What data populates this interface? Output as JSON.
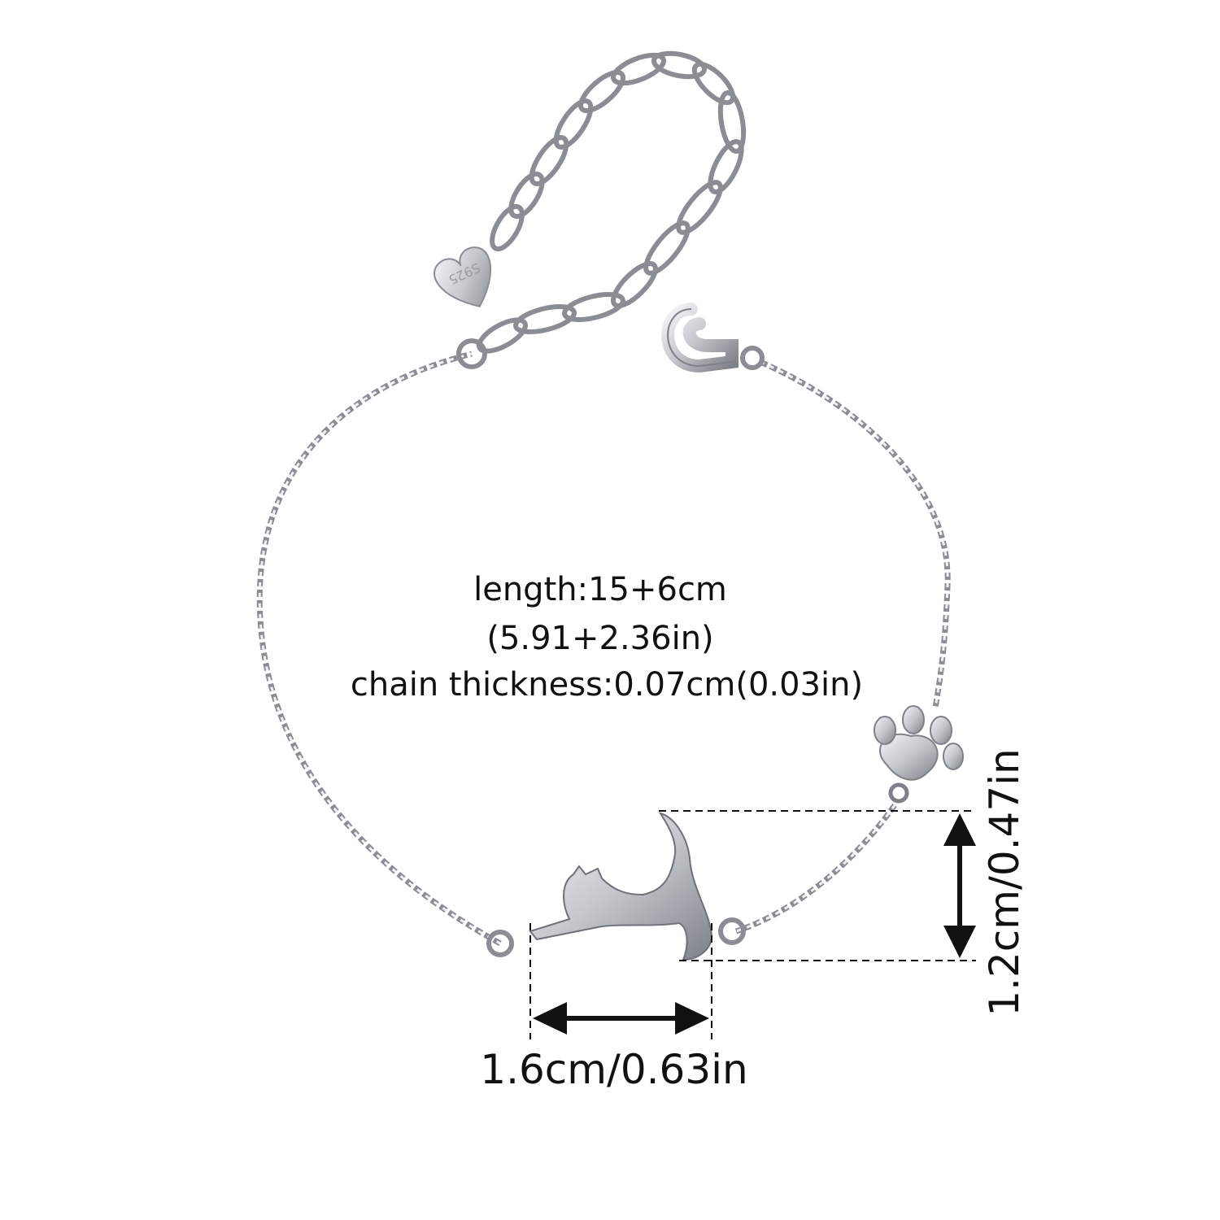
{
  "specs": {
    "length": "length:15+6cm",
    "length_in": "(5.91+2.36in)",
    "thickness": "chain thickness:0.07cm(0.03in)"
  },
  "dimensions": {
    "width": "1.6cm/0.63in",
    "height": "1.2cm/0.47in"
  },
  "charm_stamp": "S925",
  "colors": {
    "silver": "#b8bcc2",
    "dark_silver": "#6e7278",
    "line": "#111111"
  }
}
